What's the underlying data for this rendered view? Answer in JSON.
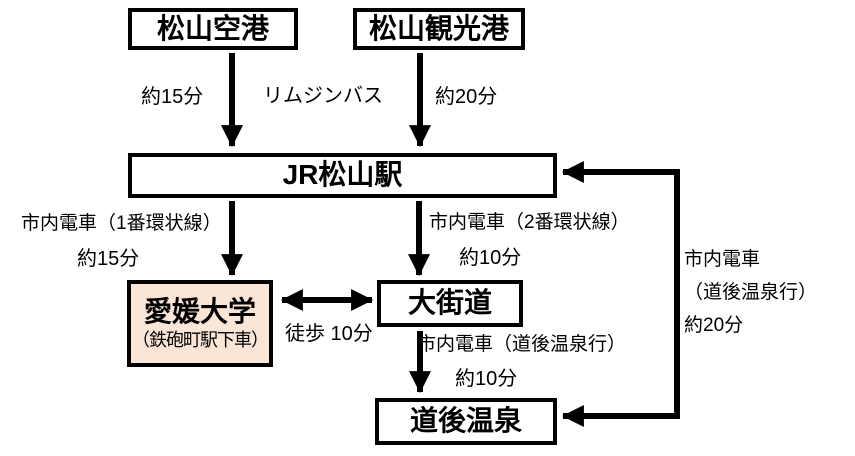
{
  "nodes": {
    "airport": {
      "label": "松山空港"
    },
    "port": {
      "label": "松山観光港"
    },
    "jr_station": {
      "label": "JR松山駅"
    },
    "university": {
      "label": "愛媛大学",
      "note": "（鉄砲町駅下車）"
    },
    "okaido": {
      "label": "大街道"
    },
    "dogo_onsen": {
      "label": "道後温泉"
    }
  },
  "edges": {
    "airport_to_jr": {
      "duration": "約15分"
    },
    "limousine_bus": {
      "label": "リムジンバス"
    },
    "port_to_jr": {
      "duration": "約20分"
    },
    "jr_to_university": {
      "line": "市内電車（1番環状線）",
      "duration": "約15分"
    },
    "jr_to_okaido": {
      "line": "市内電車（2番環状線）",
      "duration": "約10分"
    },
    "university_okaido_walk": {
      "label": "徒歩 10分"
    },
    "okaido_to_dogo": {
      "line": "市内電車（道後温泉行）",
      "duration": "約10分"
    },
    "dogo_jr_loop": {
      "line": "市内電車",
      "destination": "（道後温泉行）",
      "duration": "約20分"
    }
  },
  "colors": {
    "line": "#000000",
    "box_border": "#000000",
    "box_fill": "#ffffff",
    "university_fill": "#fbe5d6",
    "background": "#ffffff"
  }
}
